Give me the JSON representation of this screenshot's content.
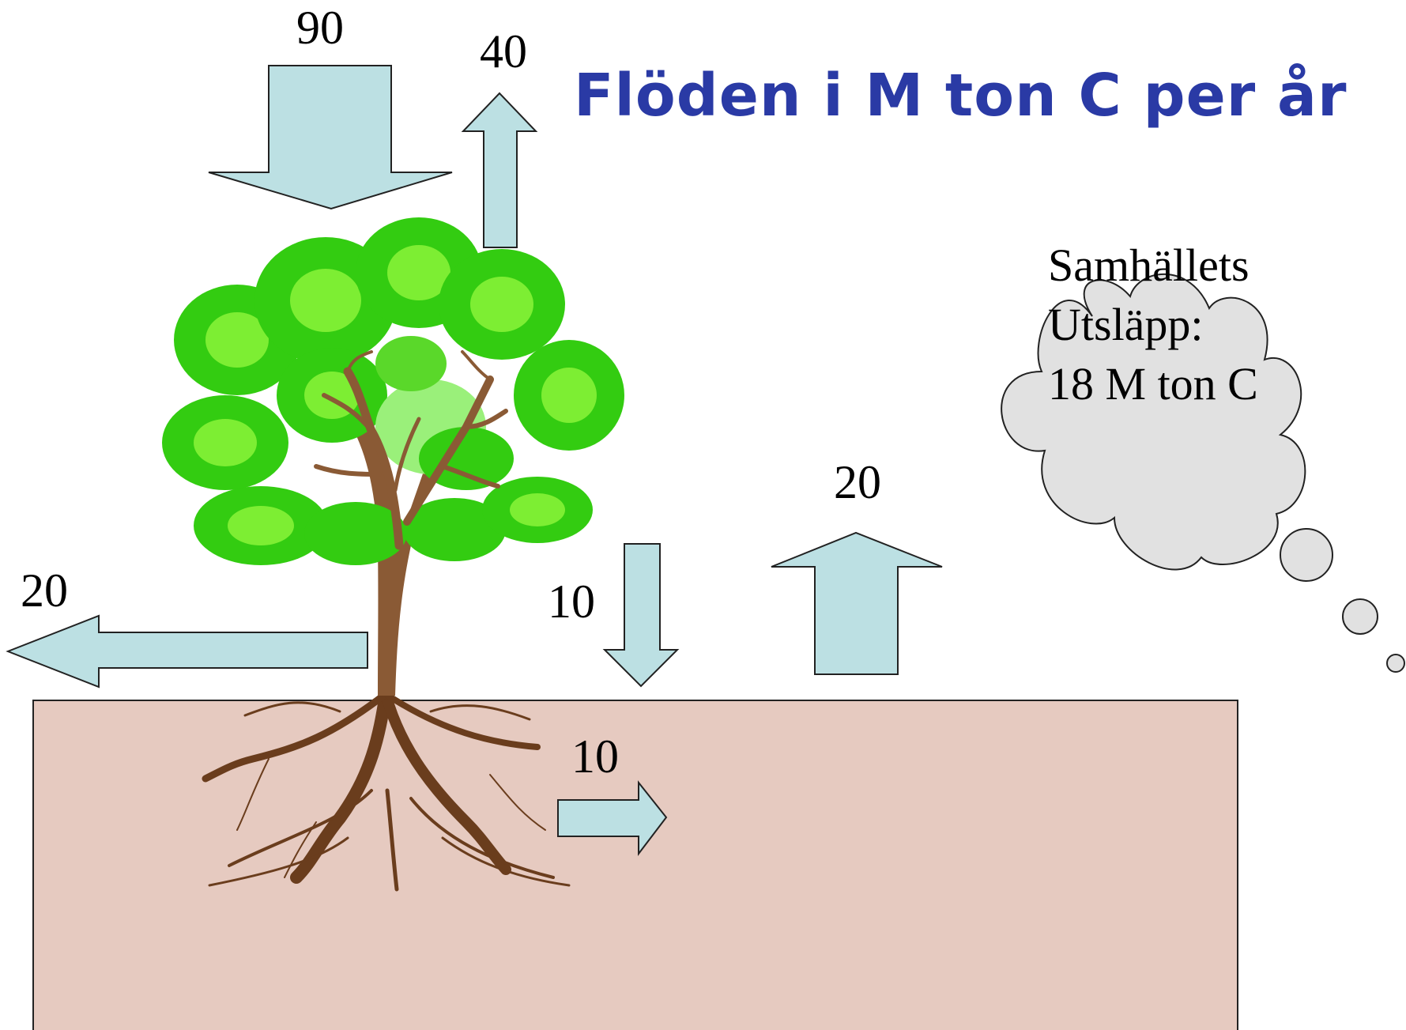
{
  "title": "Flöden i M ton C per år",
  "flows": {
    "atmosphere_in": "90",
    "atmosphere_out": "40",
    "harvest": "20",
    "litter_to_soil": "10",
    "soil_respiration": "20",
    "soil_outflow": "10"
  },
  "society": {
    "line1": "Samhällets",
    "line2": "Utsläpp:",
    "line3": "18 M ton C"
  },
  "colors": {
    "arrow_fill": "#bce0e3",
    "soil_fill": "#e6cac0",
    "cloud_fill": "#e1e1e1",
    "title_color": "#2a3aa5",
    "foliage": "#33cc11",
    "trunk": "#8a5a35"
  }
}
